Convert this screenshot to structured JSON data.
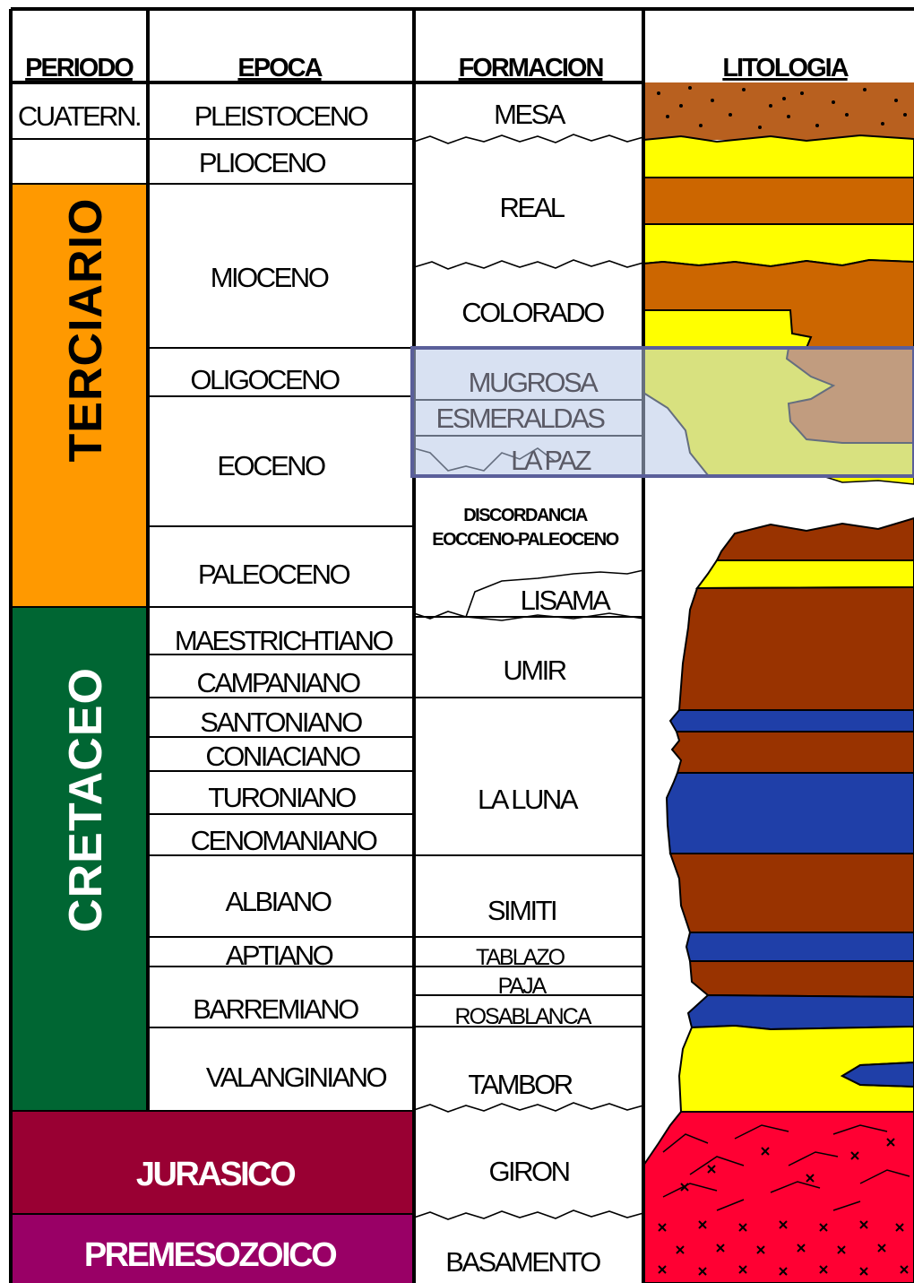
{
  "headers": {
    "periodo": "PERIODO",
    "epoca": "EPOCA",
    "formacion": "FORMACION",
    "litologia": "LITOLOGIA"
  },
  "periods": {
    "cuaternario": "CUATERN.",
    "terciario": "TERCIARIO",
    "cretaceo": "CRETACEO",
    "jurasico": "JURASICO",
    "premesozoico": "PREMESOZOICO"
  },
  "epochs": {
    "pleistoceno": "PLEISTOCENO",
    "plioceno": "PLIOCENO",
    "mioceno": "MIOCENO",
    "oligoceno": "OLIGOCENO",
    "eoceno": "EOCENO",
    "paleoceno": "PALEOCENO",
    "maestrichtiano": "MAESTRICHTIANO",
    "campaniano": "CAMPANIANO",
    "santoniano": "SANTONIANO",
    "coniaciano": "CONIACIANO",
    "turoniano": "TURONIANO",
    "cenomaniano": "CENOMANIANO",
    "albiano": "ALBIANO",
    "aptiano": "APTIANO",
    "barremiano": "BARREMIANO",
    "valanginiano": "VALANGINIANO"
  },
  "formations": {
    "mesa": "MESA",
    "real": "REAL",
    "colorado": "COLORADO",
    "mugrosa": "MUGROSA",
    "esmeraldas": "ESMERALDAS",
    "la_paz": "LA PAZ",
    "discordancia_1": "DISCORDANCIA",
    "discordancia_2": "EOCCENO-PALEOCENO",
    "lisama": "LISAMA",
    "umir": "UMIR",
    "la_luna": "LA LUNA",
    "simiti": "SIMITI",
    "tablazo": "TABLAZO",
    "paja": "PAJA",
    "rosablanca": "ROSABLANCA",
    "tambor": "TAMBOR",
    "giron": "GIRON",
    "basamento": "BASAMENTO"
  },
  "colors": {
    "terciario": "#ff9900",
    "cretaceo": "#006633",
    "jurasico": "#990033",
    "premesozoico": "#990066",
    "sand_yellow": "#ffff00",
    "shale_orange": "#cc6600",
    "shale_brown": "#993300",
    "limestone_blue": "#1f3fa8",
    "granite_red": "#ff0033",
    "conglomerate_brown": "#b8601f",
    "highlight_fill": "#b8c8e8",
    "highlight_stroke": "#5a5f9a"
  }
}
